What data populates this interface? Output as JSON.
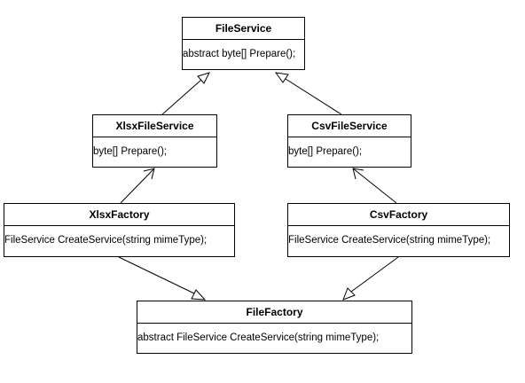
{
  "classes": {
    "file_service": {
      "name": "FileService",
      "member": "abstract byte[] Prepare();"
    },
    "xlsx_file_service": {
      "name": "XlsxFileService",
      "member": "byte[] Prepare();"
    },
    "csv_file_service": {
      "name": "CsvFileService",
      "member": "byte[] Prepare();"
    },
    "xlsx_factory": {
      "name": "XlsxFactory",
      "member": "FileService CreateService(string mimeType);"
    },
    "csv_factory": {
      "name": "CsvFactory",
      "member": "FileService CreateService(string mimeType);"
    },
    "file_factory": {
      "name": "FileFactory",
      "member": "abstract FileService CreateService(string mimeType);"
    }
  },
  "relations": [
    {
      "from": "XlsxFileService",
      "to": "FileService",
      "kind": "inheritance"
    },
    {
      "from": "CsvFileService",
      "to": "FileService",
      "kind": "inheritance"
    },
    {
      "from": "XlsxFactory",
      "to": "XlsxFileService",
      "kind": "association"
    },
    {
      "from": "CsvFactory",
      "to": "CsvFileService",
      "kind": "association"
    },
    {
      "from": "XlsxFactory",
      "to": "FileFactory",
      "kind": "inheritance"
    },
    {
      "from": "CsvFactory",
      "to": "FileFactory",
      "kind": "inheritance"
    }
  ]
}
